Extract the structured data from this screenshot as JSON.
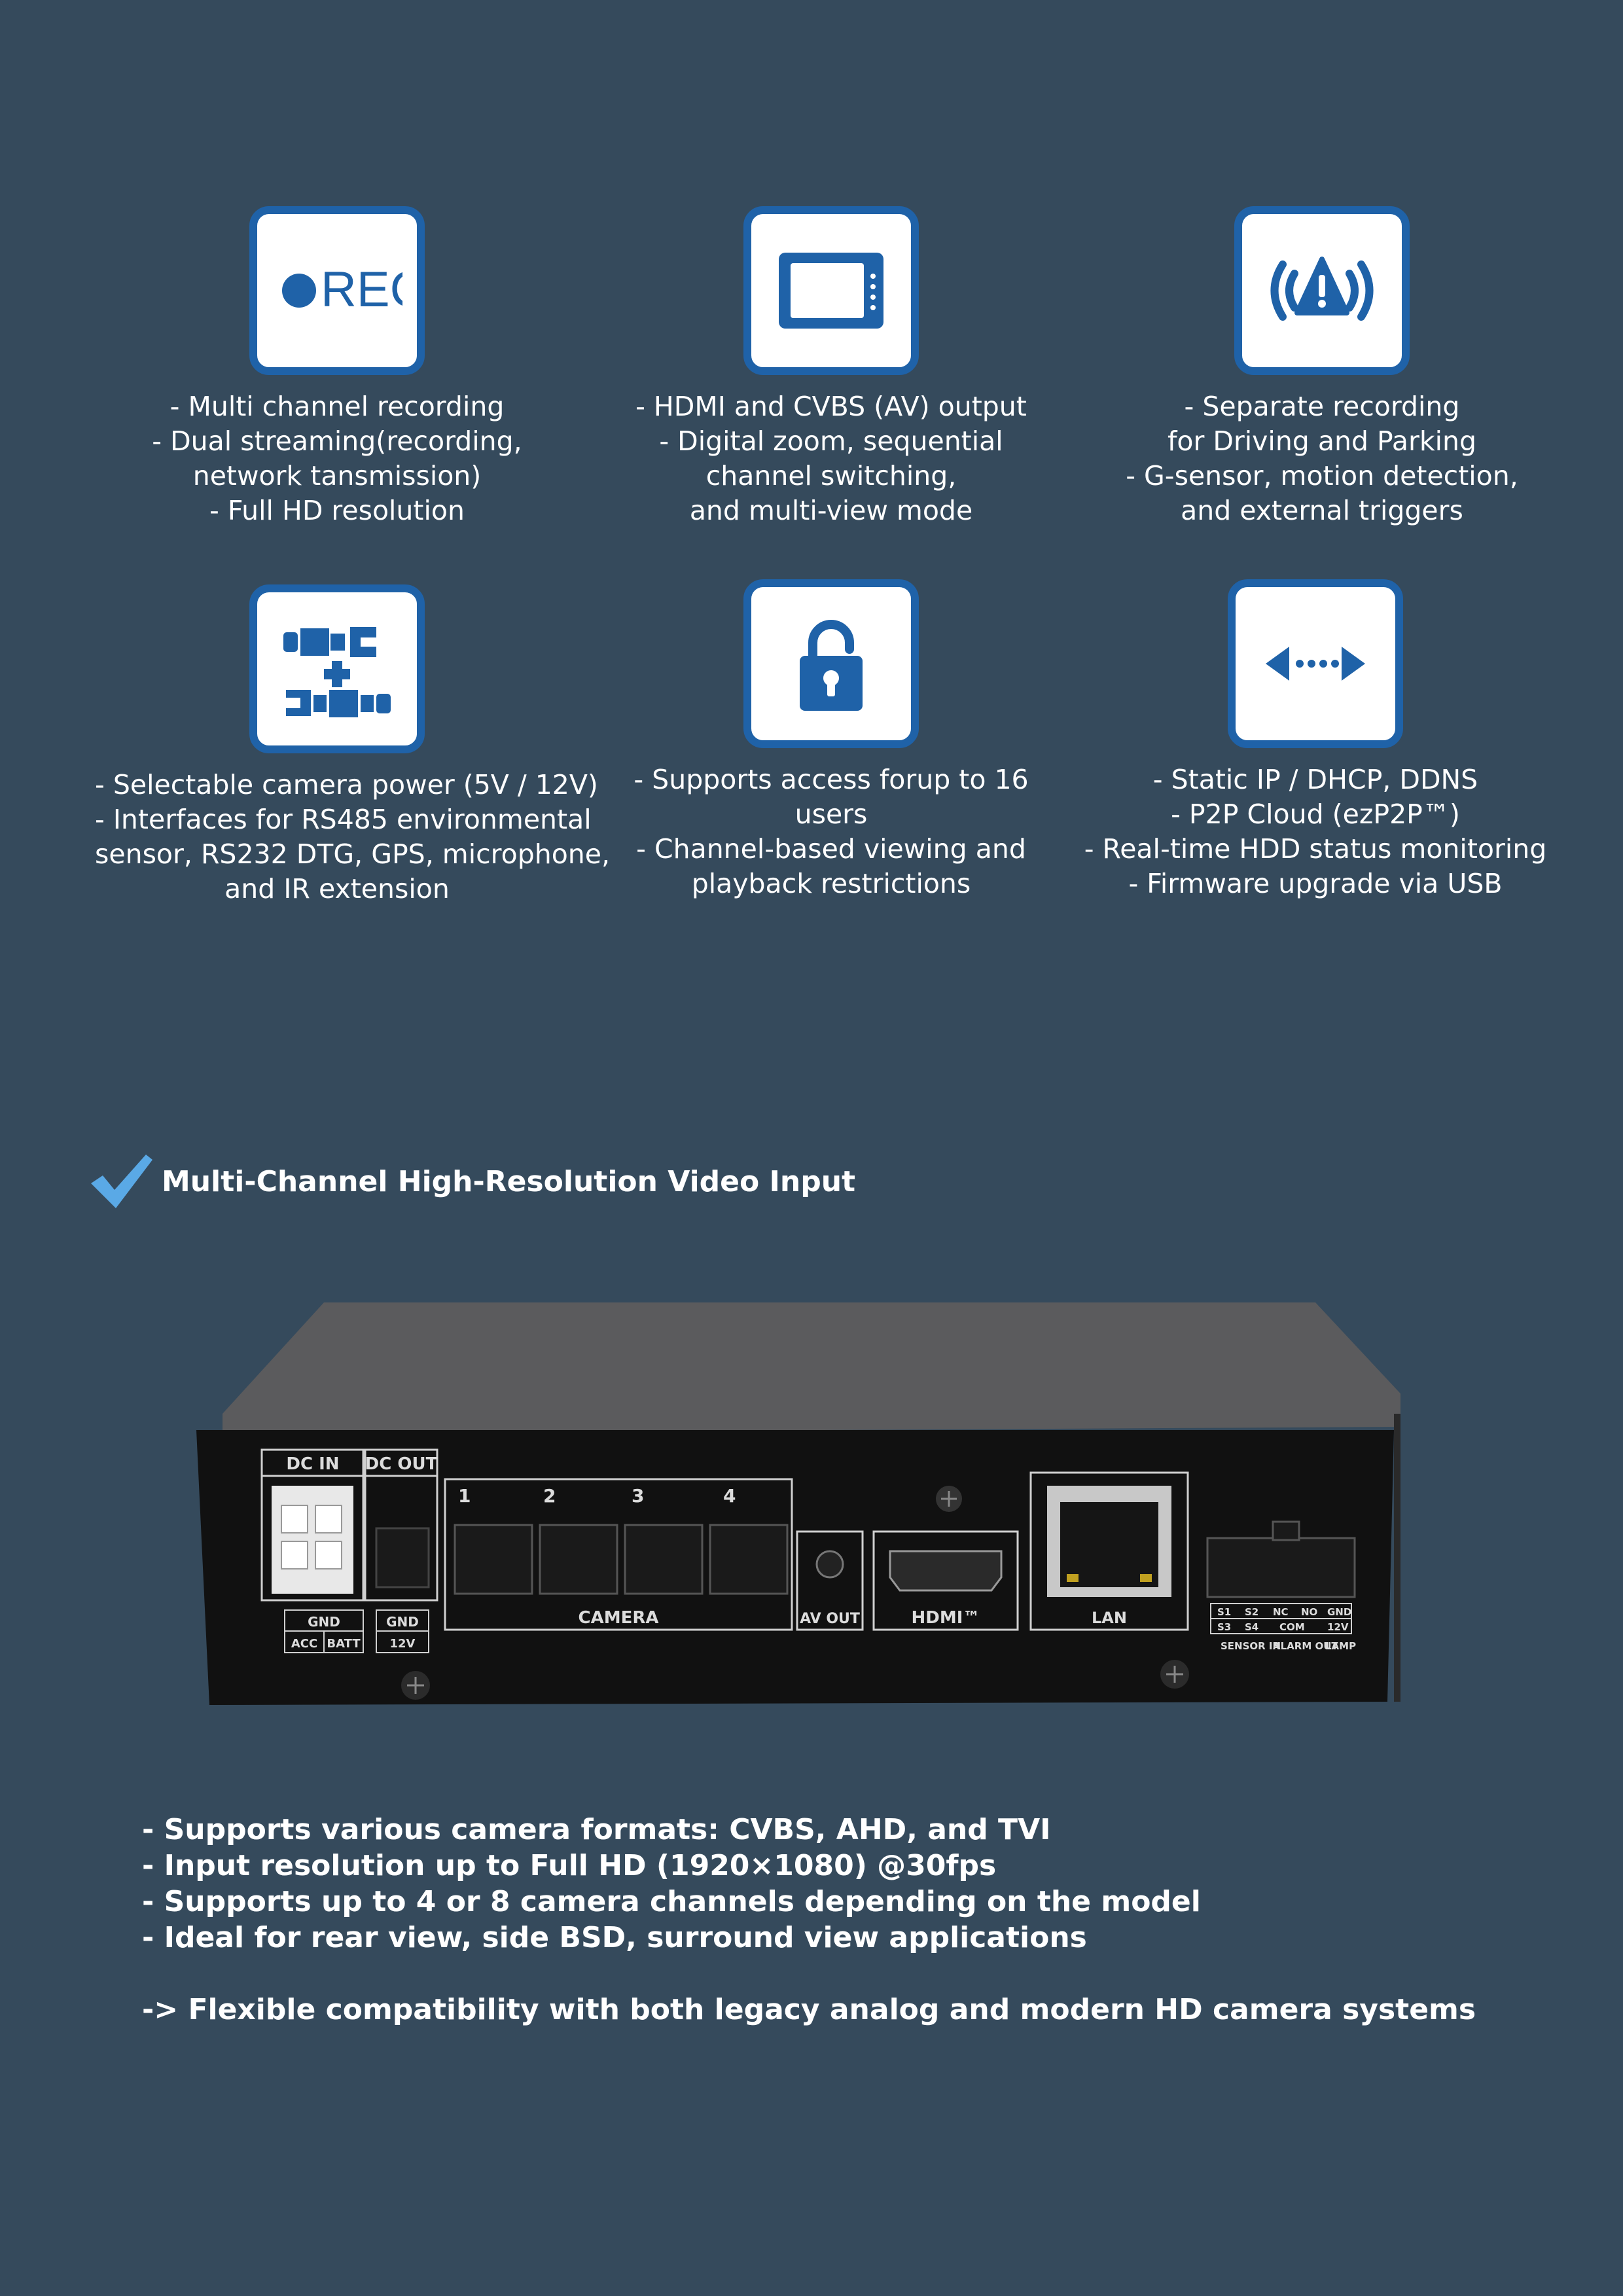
{
  "features": [
    {
      "icon": "rec-icon",
      "icon_text": "REC",
      "lines": [
        "- Multi channel recording",
        "- Dual streaming(recording,",
        "network tansmission)",
        "-  Full HD resolution"
      ]
    },
    {
      "icon": "monitor-icon",
      "lines": [
        "- HDMI and CVBS (AV) output",
        "- Digital zoom, sequential",
        "channel switching,",
        "and multi-view mode"
      ]
    },
    {
      "icon": "alert-icon",
      "lines": [
        "- Separate recording",
        "for Driving and Parking",
        "- G-sensor, motion detection,",
        "and external triggers"
      ]
    },
    {
      "icon": "connector-icon",
      "lines": [
        "- Selectable camera power (5V / 12V)",
        "- Interfaces for RS485 environmental",
        "sensor, RS232 DTG, GPS, microphone,",
        "and IR extension"
      ]
    },
    {
      "icon": "lock-icon",
      "lines": [
        "- Supports access forup to 16",
        "users",
        "- Channel-based viewing and",
        "playback restrictions"
      ]
    },
    {
      "icon": "network-arrows-icon",
      "lines": [
        "- Static IP / DHCP, DDNS",
        "- P2P Cloud (ezP2P™)",
        "- Real-time HDD status monitoring",
        "- Firmware upgrade via USB"
      ]
    }
  ],
  "section": {
    "title": "Multi-Channel High-Resolution Video Input"
  },
  "device_labels": {
    "dc_in": "DC IN",
    "dc_out": "DC OUT",
    "cam1": "1",
    "cam2": "2",
    "cam3": "3",
    "cam4": "4",
    "camera": "CAMERA",
    "av_out": "AV OUT",
    "hdmi": "HDMI™",
    "lan": "LAN",
    "gnd": "GND",
    "acc": "ACC",
    "batt": "BATT",
    "gnd2": "GND",
    "v12": "12V",
    "s1": "S1",
    "s2": "S2",
    "nc": "NC",
    "no": "NO",
    "gnd3": "GND",
    "s3": "S3",
    "s4": "S4",
    "com": "COM",
    "v12b": "12V",
    "sensor_in": "SENSOR IN",
    "alarm_out": "ALARM OUT",
    "lamp": "LAMP"
  },
  "bullets": [
    "- Supports various camera formats: CVBS, AHD, and TVI",
    "- Input resolution up to Full HD (1920×1080) @30fps",
    "- Supports up to 4 or 8 camera channels depending on the model",
    "- Ideal for rear view, side BSD, surround view applications"
  ],
  "summary": "-> Flexible compatibility with both legacy analog and modern HD camera systems",
  "colors": {
    "background": "#354a5c",
    "icon_blue": "#1f62a8",
    "check_blue": "#5aa9e6"
  }
}
